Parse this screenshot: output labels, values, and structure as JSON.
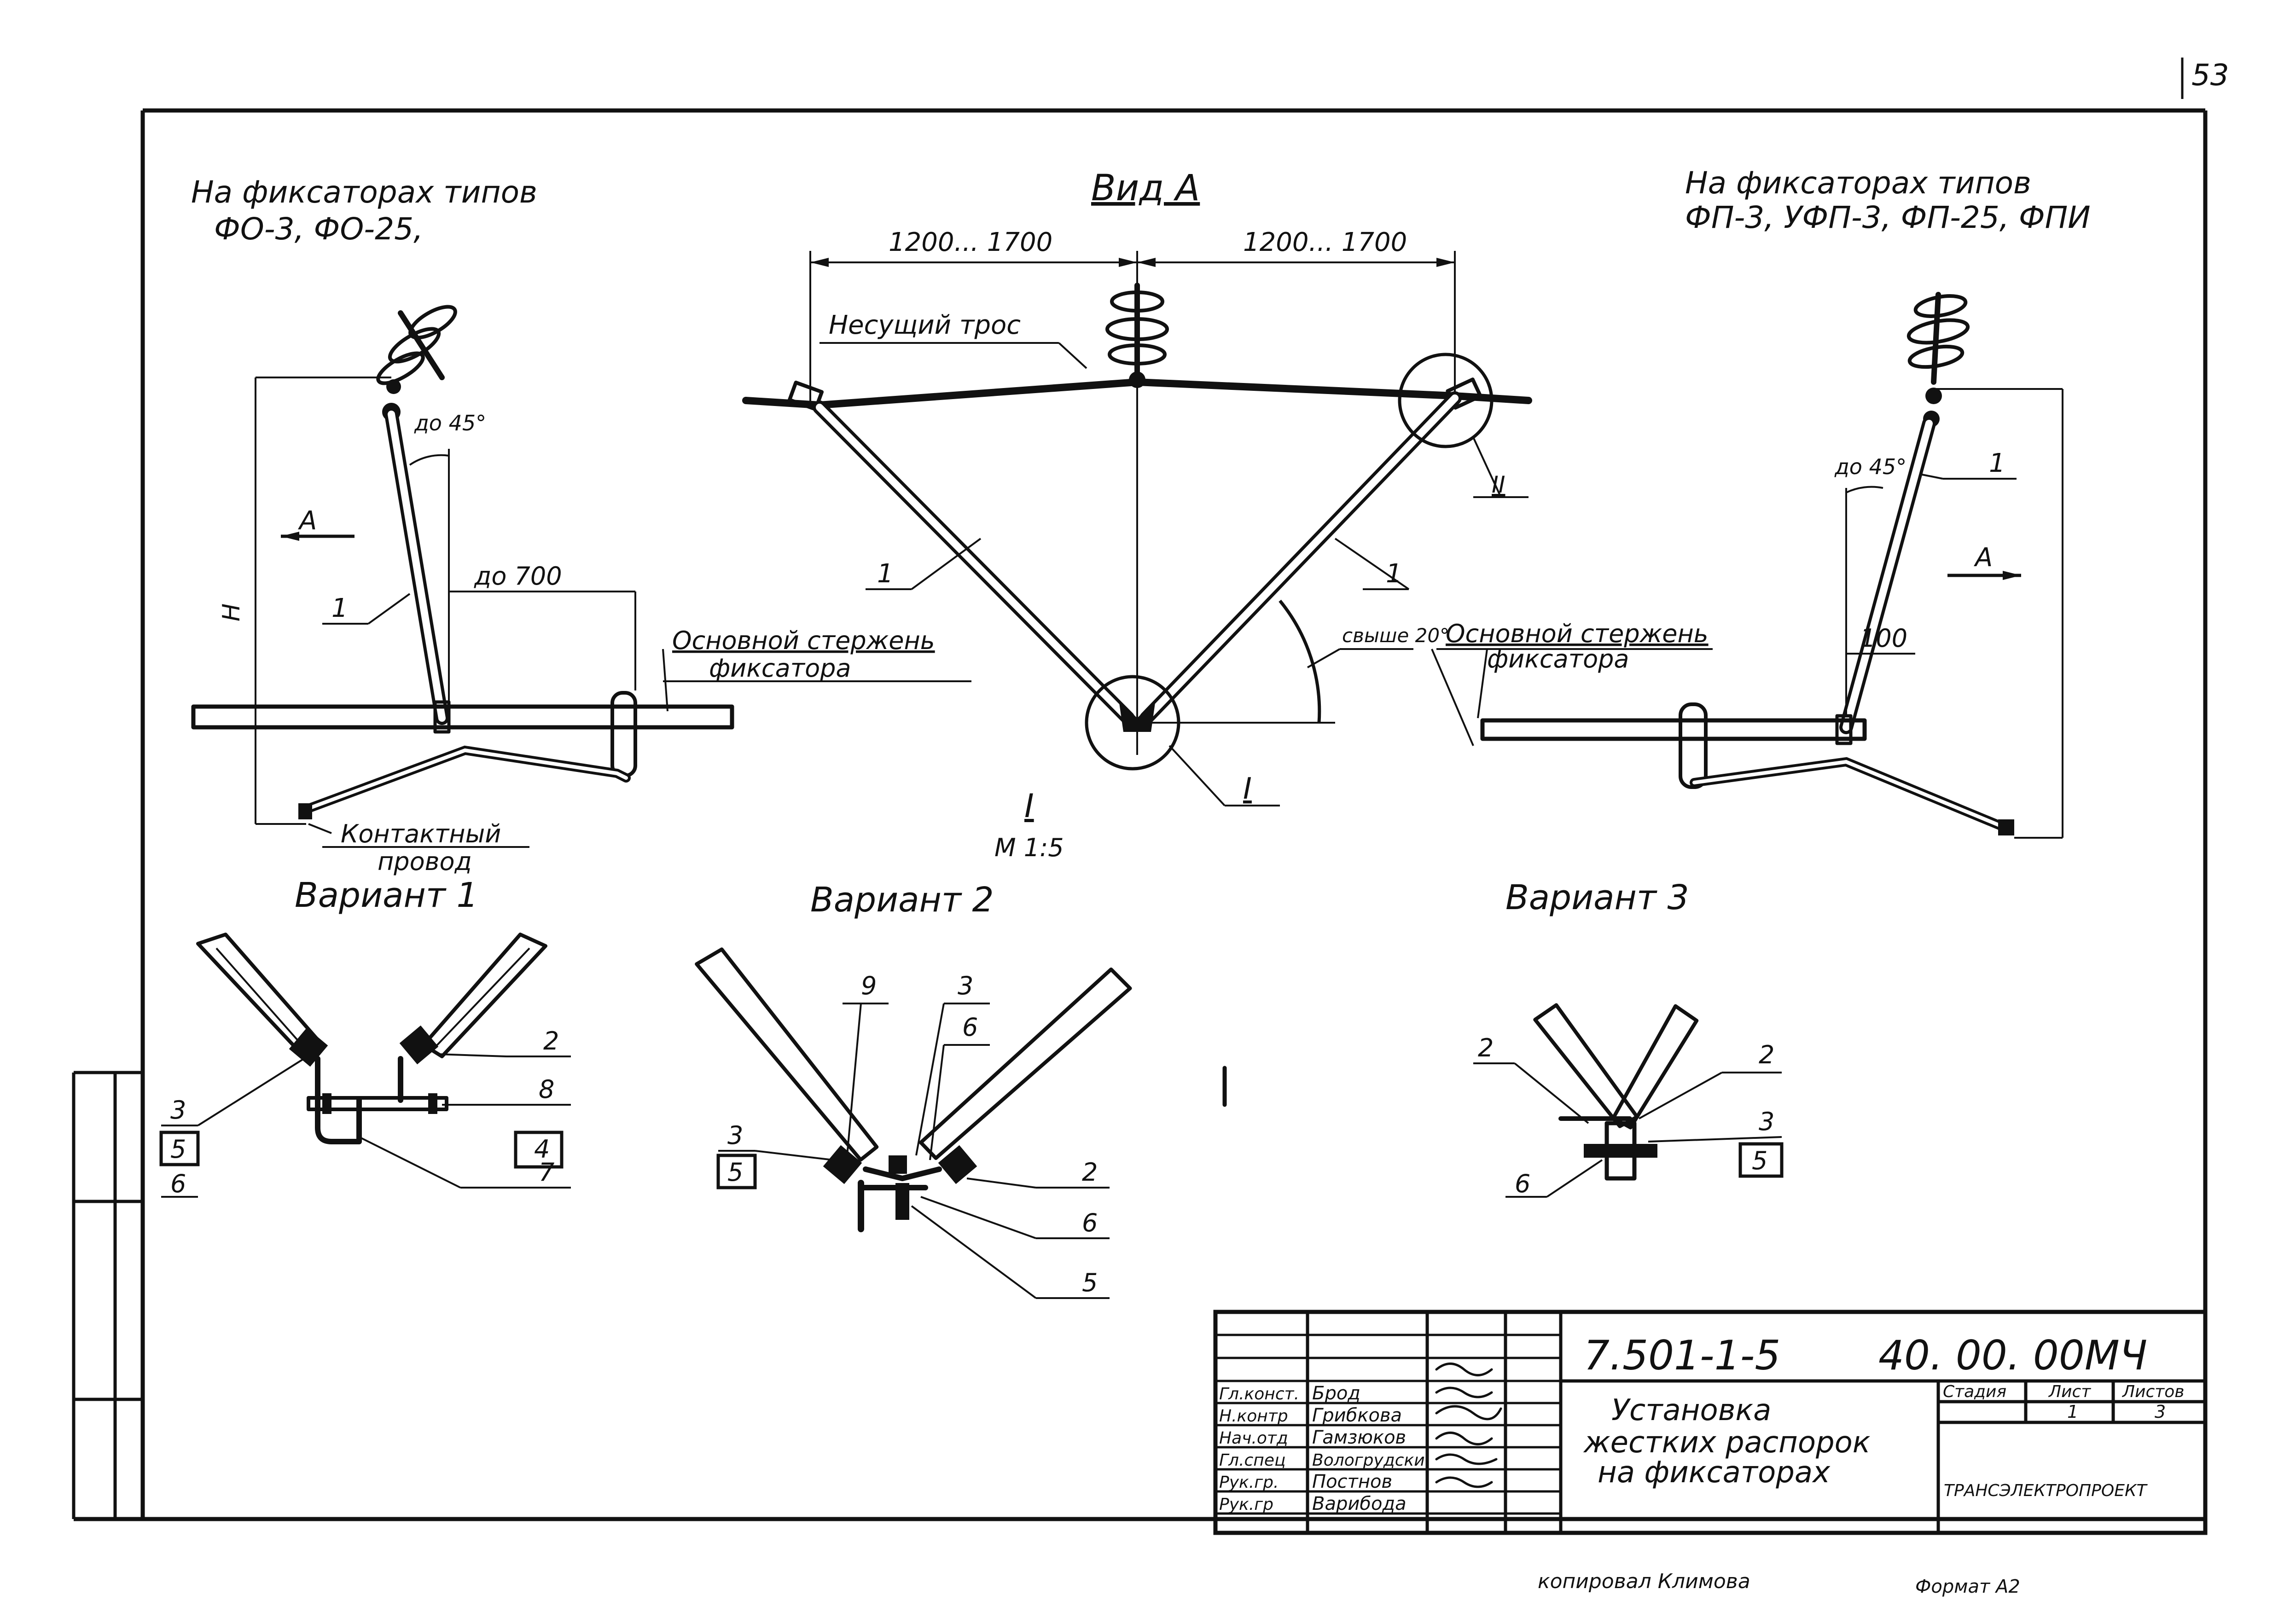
{
  "page_number": "53",
  "header": {
    "left_note": [
      "На фиксаторах типов",
      "ФО-3, ФО-25,"
    ],
    "right_note": [
      "На фиксаторах типов",
      "ФП-3, УФП-3, ФП-25, ФПИ"
    ],
    "view_title": "Вид А"
  },
  "view_a": {
    "dim_left": "1200... 1700",
    "dim_right": "1200... 1700",
    "cable_label": "Несущий трос",
    "angle_label": "свыше 20°",
    "main_rod_label": [
      "Основной стержень",
      "фиксатора"
    ],
    "callout_1": "1",
    "callout_2": "1",
    "detail_1": "I",
    "detail_2": "II"
  },
  "left_view": {
    "view_marker": "А",
    "height_label": "Н",
    "angle_label": "до 45°",
    "offset_label": "до 700",
    "callout": "1",
    "main_rod_label": [
      "Основной стержень",
      "фиксатора"
    ],
    "contact_wire_label": [
      "Контактный",
      "провод"
    ]
  },
  "right_view": {
    "view_marker": "А",
    "angle_label": "до 45°",
    "offset_label": "100",
    "callout": "1"
  },
  "detail": {
    "title": "I",
    "scale": "М 1:5"
  },
  "variants": [
    {
      "title": "Вариант 1",
      "callouts_left": [
        "3",
        "5",
        "6"
      ],
      "callouts_right": [
        "2",
        "8",
        "4",
        "7"
      ]
    },
    {
      "title": "Вариант 2",
      "callouts_top": [
        "9",
        "3",
        "6"
      ],
      "callouts_left": [
        "3",
        "5"
      ],
      "callouts_right": [
        "2",
        "6",
        "5"
      ]
    },
    {
      "title": "Вариант 3",
      "callouts_left": [
        "2",
        "6"
      ],
      "callouts_right": [
        "2",
        "3",
        "5"
      ]
    }
  ],
  "title_block": {
    "doc_code": "7.501-1-5",
    "doc_number": "40. 00. 00МЧ",
    "title_lines": [
      "Установка",
      "жестких распорок",
      "на фиксаторах"
    ],
    "stage_header": "Стадия",
    "sheet_header": "Лист",
    "sheets_header": "Листов",
    "sheet_value": "1",
    "sheets_value": "3",
    "organization": "ТРАНСЭЛЕКТРОПРОЕКТ",
    "signatures": [
      {
        "role": "Гл.конст.",
        "name": "Брод"
      },
      {
        "role": "Н.контр",
        "name": "Грибкова"
      },
      {
        "role": "Нач.отд",
        "name": "Гамзюков"
      },
      {
        "role": "Гл.спец",
        "name": "Вологрудски"
      },
      {
        "role": "Рук.гр.",
        "name": "Постнов"
      },
      {
        "role": "Рук.гр",
        "name": "Варибода"
      }
    ]
  },
  "footer": {
    "copied_by": "копировал Климова",
    "format": "Формат А2"
  }
}
